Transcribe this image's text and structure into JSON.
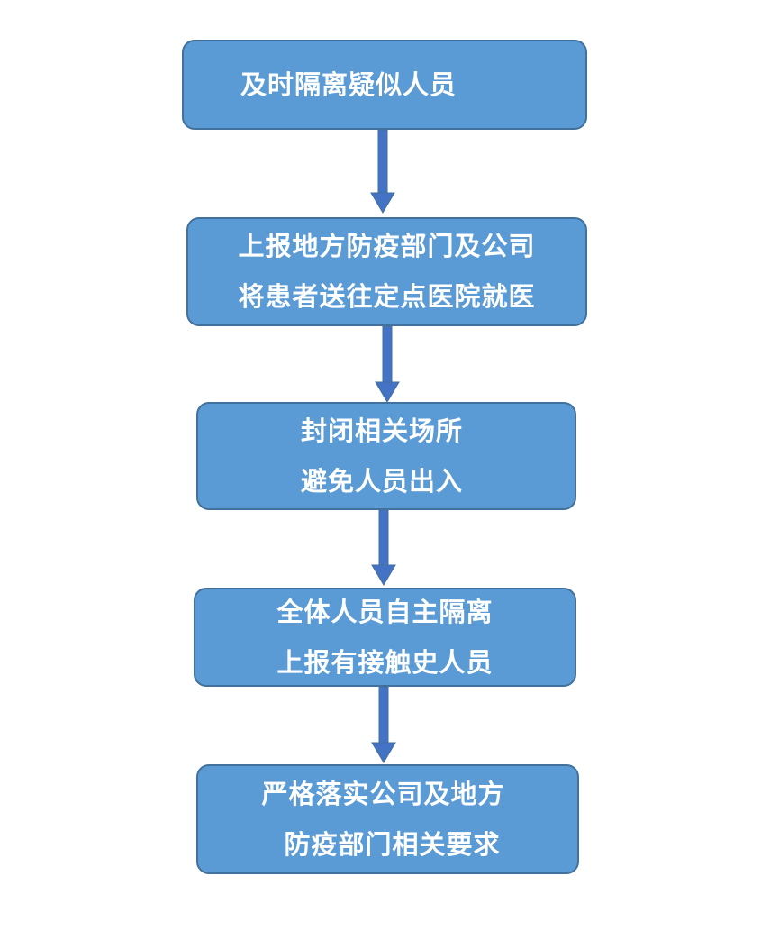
{
  "diagram": {
    "type": "flowchart",
    "colors": {
      "box_fill": "#5b9bd5",
      "box_border": "#41719c",
      "text": "#ffffff",
      "arrow": "#4472c4"
    },
    "steps": [
      {
        "lines": [
          "及时隔离疑似人员"
        ]
      },
      {
        "lines": [
          "上报地方防疫部门及公司",
          "将患者送往定点医院就医"
        ]
      },
      {
        "lines": [
          "封闭相关场所",
          "避免人员出入"
        ]
      },
      {
        "lines": [
          "全体人员自主隔离",
          "上报有接触史人员"
        ]
      },
      {
        "lines": [
          "严格落实公司及地方",
          "防疫部门相关要求"
        ]
      }
    ]
  }
}
